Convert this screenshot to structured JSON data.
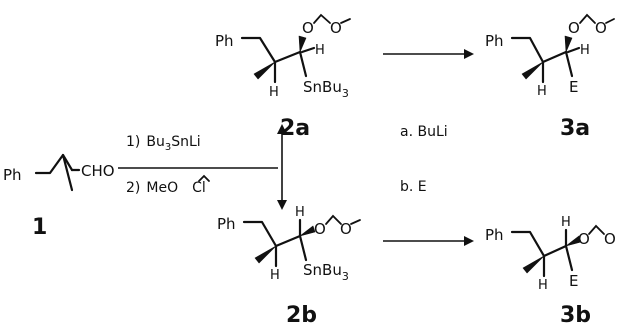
{
  "compounds": {
    "c1": {
      "number": "1",
      "ph": "Ph",
      "cho": "CHO"
    },
    "c2a": {
      "number": "2a",
      "ph": "Ph",
      "o": "O",
      "h": "H",
      "h_lower": "H",
      "sn": "SnBu",
      "sn_sub": "3"
    },
    "c2b": {
      "number": "2b",
      "ph": "Ph",
      "o": "O",
      "h": "H",
      "h_lower": "H",
      "sn": "SnBu",
      "sn_sub": "3"
    },
    "c3a": {
      "number": "3a",
      "ph": "Ph",
      "o": "O",
      "h": "H",
      "h_lower": "H",
      "e": "E"
    },
    "c3b": {
      "number": "3b",
      "ph": "Ph",
      "o": "O",
      "h": "H",
      "h_lower": "H",
      "e": "E"
    }
  },
  "reagents": {
    "step1_num": "1)",
    "step1_base": "Bu",
    "step1_sub": "3",
    "step1_tail": "SnLi",
    "step2_num": "2)",
    "step2_text": "MeO",
    "step2_tail": "Cl"
  },
  "conditions": {
    "a": "a.  BuLi",
    "b": "b.  E"
  }
}
